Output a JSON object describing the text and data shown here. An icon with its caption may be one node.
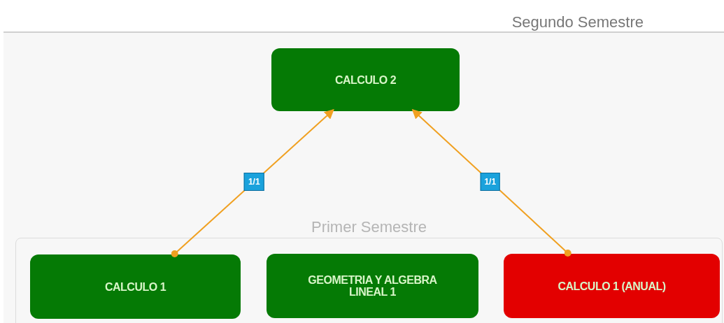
{
  "diagram": {
    "nodes": [
      {
        "text": [
          "Segundo Semestre"
        ]
      },
      {
        "text": [
          "CALCULO 2"
        ],
        "in": 0
      },
      {
        "text": [
          "Primer Semestre"
        ]
      },
      {
        "text": [
          "CALCULO 1"
        ],
        "in": 2
      },
      {
        "text": [
          "GEOMETRIA Y ALGEBRA LINEAL 1"
        ],
        "in": 2
      },
      {
        "text": [
          "CALCULO 1 (ANUAL)"
        ],
        "in": 2
      }
    ],
    "edges": [
      {
        "from": 3,
        "to": 1,
        "arrow": "to",
        "label": "1/1"
      },
      {
        "from": 5,
        "to": 1,
        "arrow": "to",
        "label": "1/1"
      }
    ]
  }
}
